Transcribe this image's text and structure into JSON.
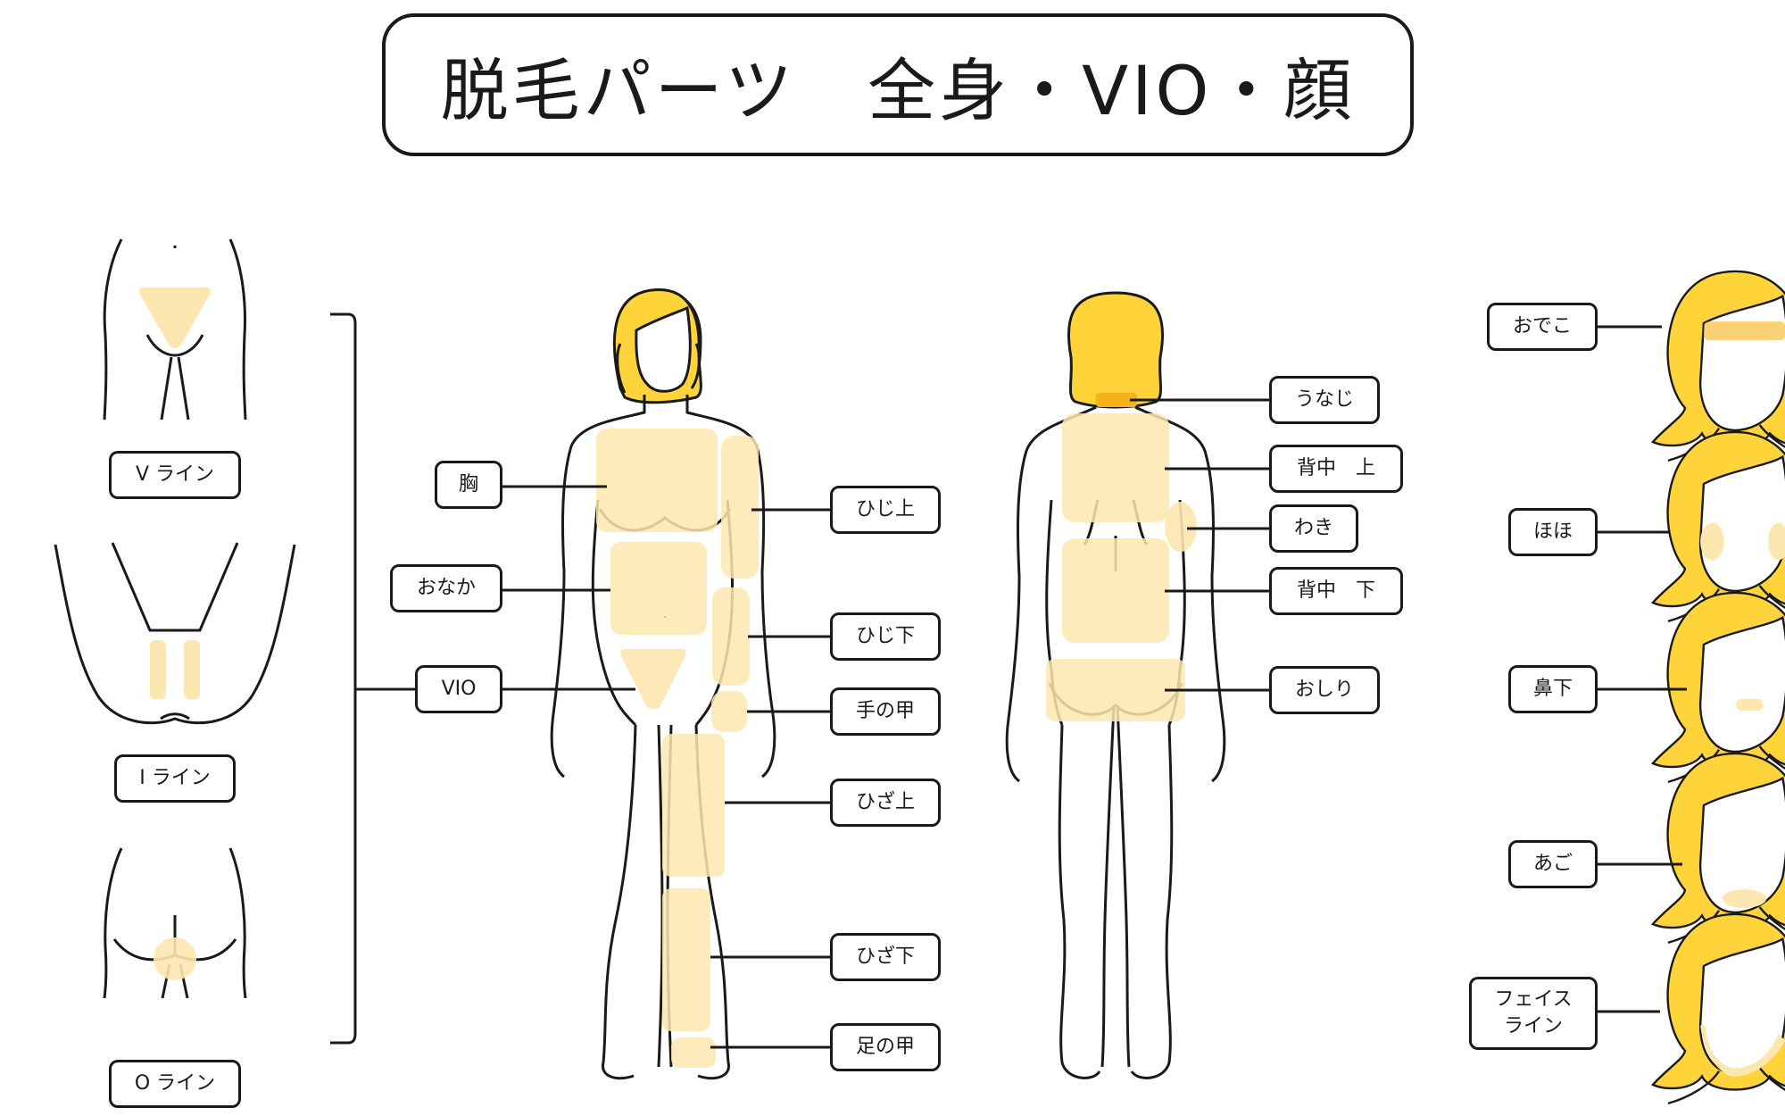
{
  "title": "脱毛パーツ　全身・VIO・顔",
  "vio_labels": {
    "v_line": "V ライン",
    "i_line": "I ライン",
    "o_line": "O ライン"
  },
  "front_labels": {
    "chest": "胸",
    "belly": "おなか",
    "vio": "VIO",
    "upper_arm": "ひじ上",
    "lower_arm": "ひじ下",
    "back_of_hand": "手の甲",
    "thigh": "ひざ上",
    "lower_leg": "ひざ下",
    "top_of_foot": "足の甲"
  },
  "back_labels": {
    "nape": "うなじ",
    "upper_back": "背中　上",
    "underarm": "わき",
    "lower_back": "背中　下",
    "buttocks": "おしり"
  },
  "face_labels": {
    "forehead": "おでこ",
    "cheeks": "ほほ",
    "under_nose": "鼻下",
    "chin": "あご",
    "face_line": "フェイス\nライン"
  },
  "colors": {
    "hair": "#FFD43B",
    "hair_dark": "#F5B21B",
    "highlight": "#FDE7B0",
    "line": "#1a1a1a"
  }
}
